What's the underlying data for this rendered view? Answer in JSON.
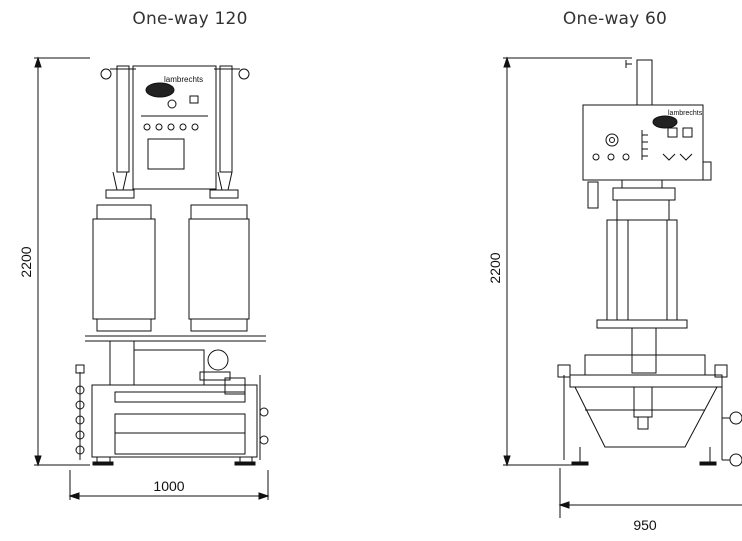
{
  "machines": [
    {
      "name": "One-way 120",
      "height_dim": "2200",
      "width_dim": "1000",
      "brand": "lambrechts"
    },
    {
      "name": "One-way 60",
      "height_dim": "2200",
      "width_dim": "950",
      "brand": "lambrechts"
    }
  ]
}
